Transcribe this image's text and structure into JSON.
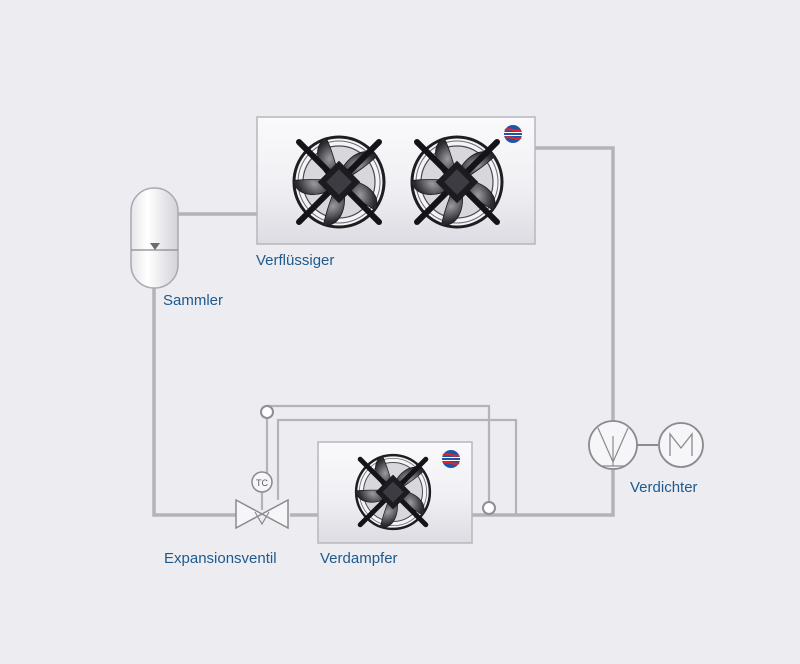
{
  "labels": {
    "condenser": "Verflüssiger",
    "receiver": "Sammler",
    "evaporator": "Verdampfer",
    "expansion_valve": "Expansionsventil",
    "compressor": "Verdichter",
    "tc": "TC"
  },
  "colors": {
    "background": "#ececf1",
    "pipe": "#b3b3b8",
    "label": "#1e5a8e",
    "logo_blue": "#1e56a6",
    "logo_red": "#e0262e"
  },
  "icons": {
    "fan": "axial-fan-icon",
    "logo": "manufacturer-logo-icon",
    "compressor": "compressor-symbol-icon",
    "motor": "motor-symbol-icon",
    "valve": "expansion-valve-icon",
    "sensor": "tc-sensor-icon"
  }
}
